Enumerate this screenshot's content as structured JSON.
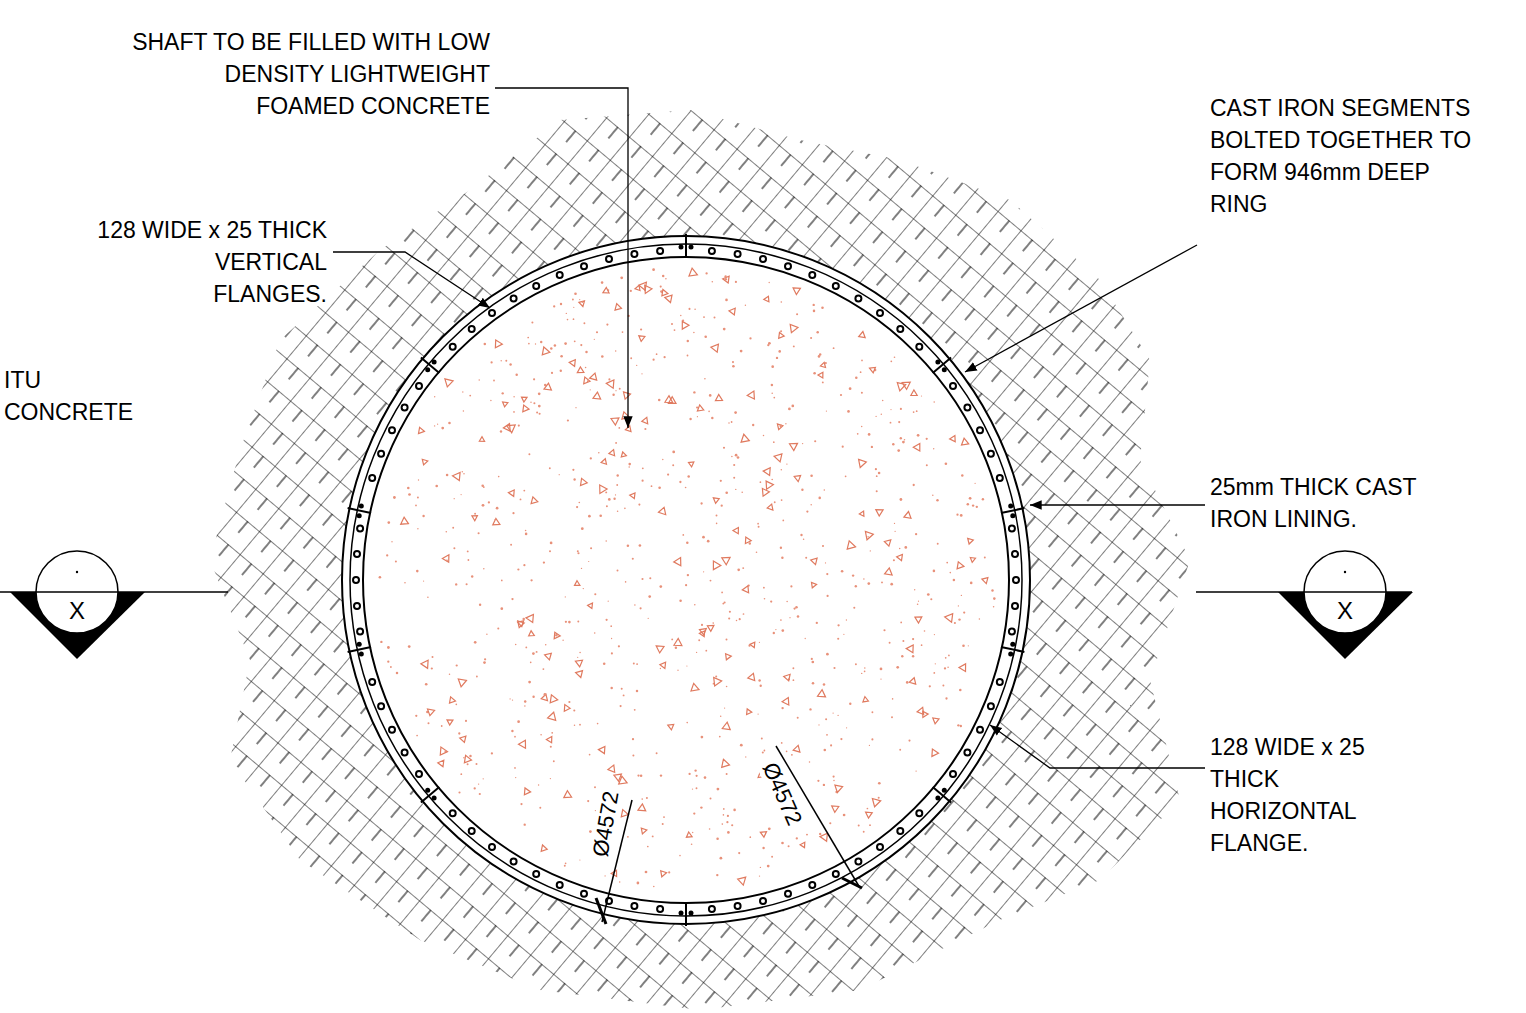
{
  "diagram": {
    "nodes": [
      {
        "text": [
          "X"
        ]
      },
      {
        "text": [
          "X"
        ]
      }
    ],
    "labels": [
      "SHAFT TO BE FILLED WITH LOW DENSITY LIGHTWEIGHT FOAMED CONCRETE",
      "128 WIDE x 25 THICK VERTICAL FLANGES.",
      "ITU CONCRETE",
      "CAST IRON SEGMENTS BOLTED TOGETHER TO FORM 946mm DEEP RING",
      "25mm THICK CAST IRON LINING.",
      "128 WIDE x 25 THICK HORIZONTAL FLANGE.",
      "Ø4572",
      "Ø4572"
    ]
  }
}
